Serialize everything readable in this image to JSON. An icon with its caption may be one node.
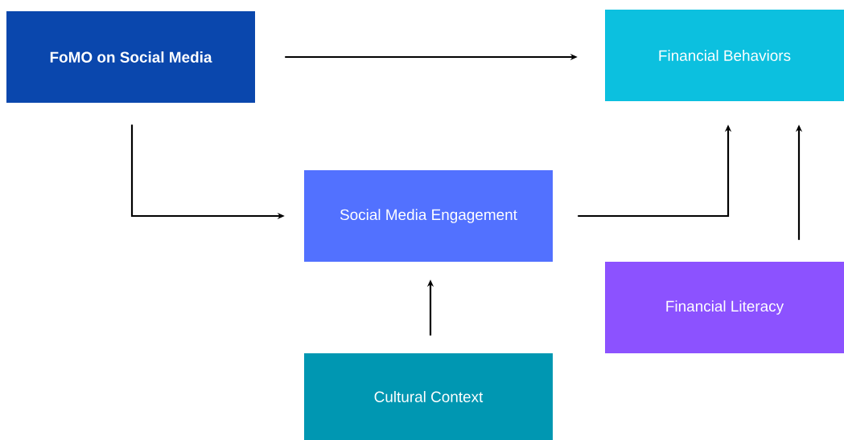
{
  "diagram": {
    "nodes": [
      {
        "text": [
          "FoMO on Social Media"
        ]
      },
      {
        "text": [
          "Financial Behaviors"
        ]
      },
      {
        "text": [
          "Social Media Engagement"
        ]
      },
      {
        "text": [
          "Financial Literacy"
        ]
      },
      {
        "text": [
          "Cultural Context"
        ]
      }
    ],
    "edges": [
      {
        "from": 0,
        "to": 1,
        "arrow": "to"
      },
      {
        "from": 0,
        "to": 2,
        "arrow": "to"
      },
      {
        "from": 2,
        "to": 1,
        "arrow": "to"
      },
      {
        "from": 3,
        "to": 1,
        "arrow": "to"
      },
      {
        "from": 4,
        "to": 2,
        "arrow": "to"
      }
    ]
  }
}
